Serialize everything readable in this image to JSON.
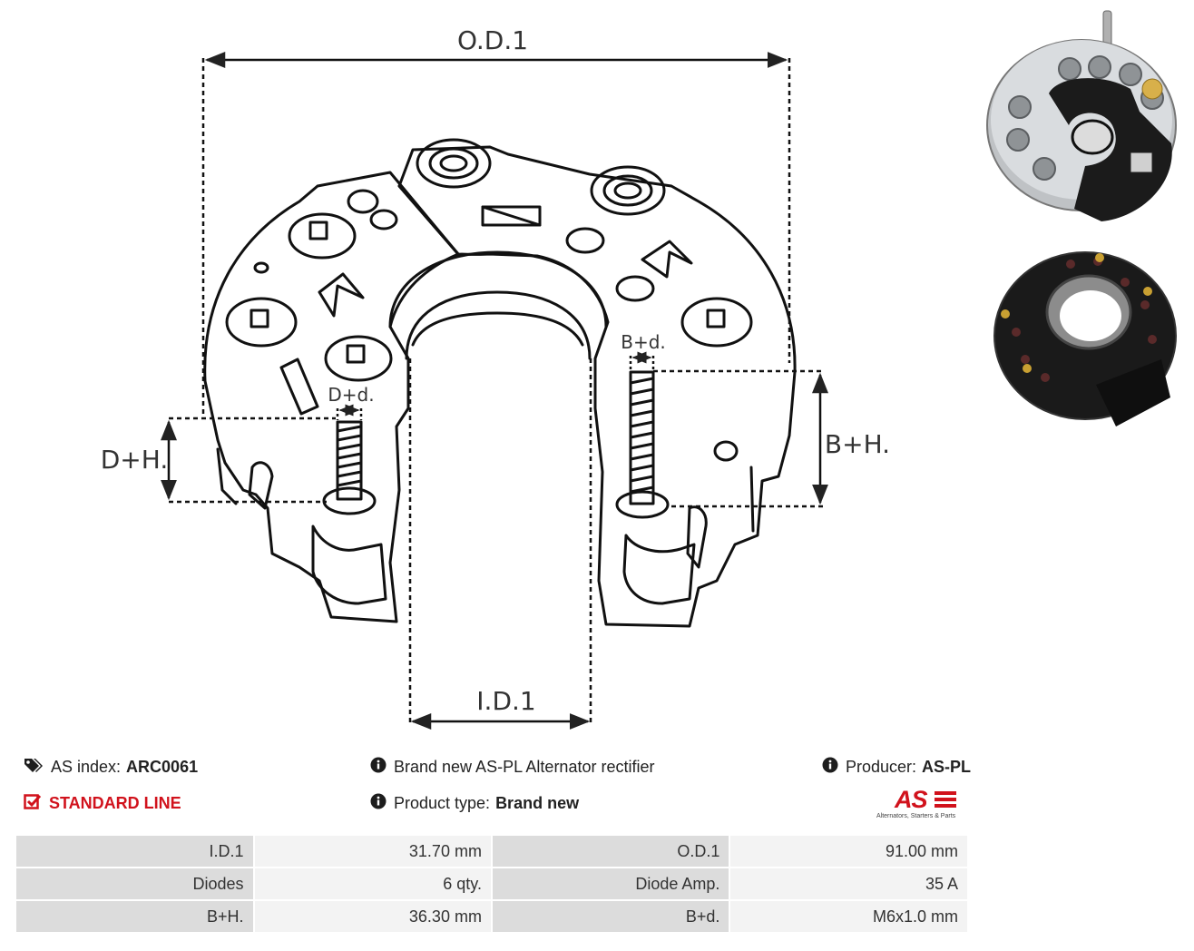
{
  "drawing": {
    "od_label": "O.D.1",
    "id_label": "I.D.1",
    "dh_label": "D+H.",
    "dd_label": "D+d.",
    "bh_label": "B+H.",
    "bd_label": "B+d."
  },
  "info": {
    "as_index_label": "AS index:",
    "as_index_value": "ARC0061",
    "line": "STANDARD LINE",
    "description": "Brand new AS-PL Alternator rectifier",
    "product_type_label": "Product type:",
    "product_type_value": "Brand new",
    "producer_label": "Producer:",
    "producer_value": "AS-PL"
  },
  "logo": {
    "mark": "AS",
    "tagline": "Alternators, Starters & Parts"
  },
  "specs": [
    {
      "label_a": "I.D.1",
      "value_a": "31.70 mm",
      "label_b": "O.D.1",
      "value_b": "91.00 mm"
    },
    {
      "label_a": "Diodes",
      "value_a": "6 qty.",
      "label_b": "Diode Amp.",
      "value_b": "35 A"
    },
    {
      "label_a": "B+H.",
      "value_a": "36.30 mm",
      "label_b": "B+d.",
      "value_b": "M6x1.0 mm"
    }
  ],
  "colors": {
    "accent_red": "#d1121c",
    "table_label_bg": "#dcdcdc",
    "table_value_bg": "#f3f3f3"
  }
}
